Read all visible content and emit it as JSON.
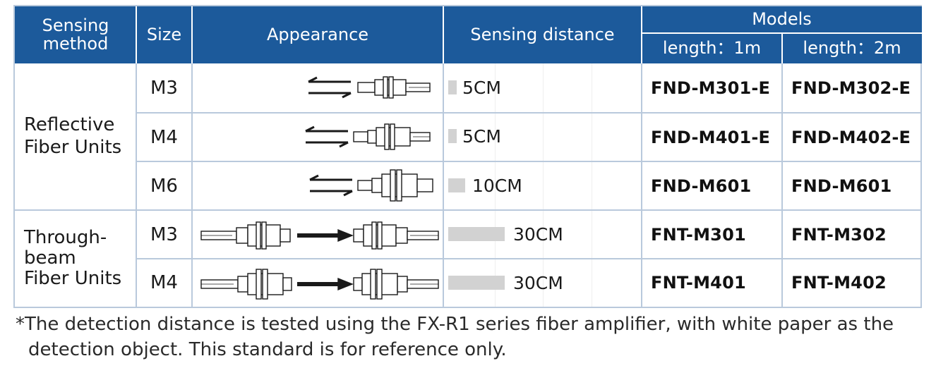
{
  "header": {
    "sensing_method": "Sensing\nmethod",
    "size": "Size",
    "appearance": "Appearance",
    "sensing_distance": "Sensing distance",
    "models": "Models",
    "length_1m": "length：1m",
    "length_2m": "length：2m"
  },
  "groups": {
    "reflective": "Reflective\nFiber Units",
    "through_beam": "Through-\nbeam\nFiber Units"
  },
  "rows": [
    {
      "size": "M3",
      "distance": "5CM",
      "distance_cm": 5,
      "model_1m": "FND-M301-E",
      "model_2m": "FND-M302-E"
    },
    {
      "size": "M4",
      "distance": "5CM",
      "distance_cm": 5,
      "model_1m": "FND-M401-E",
      "model_2m": "FND-M402-E"
    },
    {
      "size": "M6",
      "distance": "10CM",
      "distance_cm": 10,
      "model_1m": "FND-M601",
      "model_2m": "FND-M601"
    },
    {
      "size": "M3",
      "distance": "30CM",
      "distance_cm": 30,
      "model_1m": "FNT-M301",
      "model_2m": "FNT-M302"
    },
    {
      "size": "M4",
      "distance": "30CM",
      "distance_cm": 30,
      "model_1m": "FNT-M401",
      "model_2m": "FNT-M402"
    }
  ],
  "footnote": {
    "line1": "*The detection distance is tested using the FX-R1 series fiber amplifier, with white paper as the",
    "line2": "detection object. This standard is for reference only."
  },
  "colors": {
    "header_bg": "#1c5a9b",
    "grid": "#b9c9dc",
    "bar": "#d2d2d2"
  }
}
